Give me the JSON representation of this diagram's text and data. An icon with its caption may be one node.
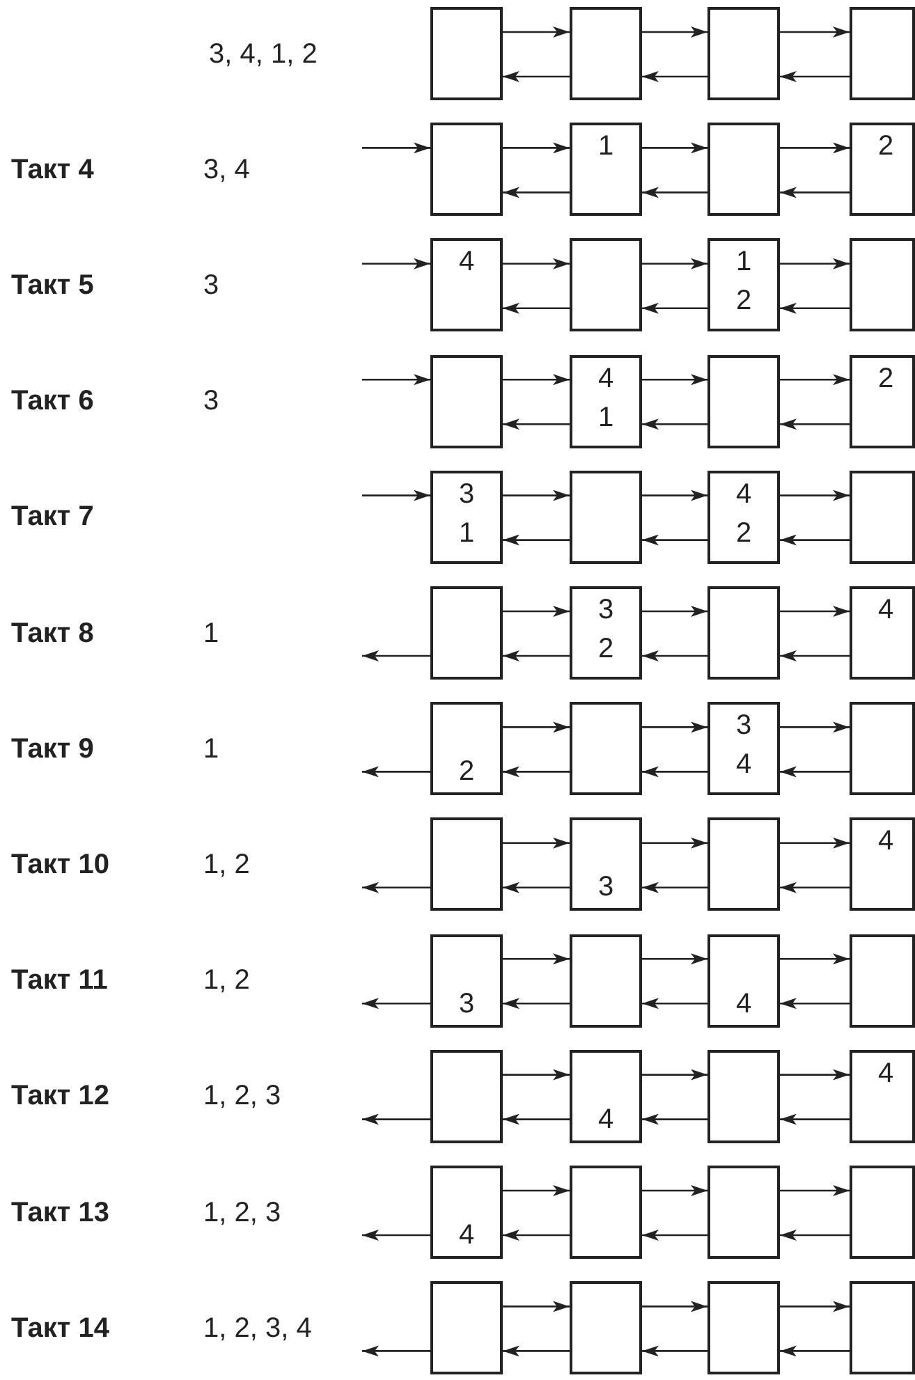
{
  "diagram": {
    "nodes": [
      {
        "text": [],
        "shape": "box"
      },
      {
        "text": [],
        "shape": "box"
      },
      {
        "text": [],
        "shape": "box"
      },
      {
        "text": [],
        "shape": "box"
      },
      {
        "text": [],
        "shape": "box"
      },
      {
        "text": [
          "1"
        ]
      },
      {
        "text": [],
        "shape": "box"
      },
      {
        "text": [
          "2"
        ]
      },
      {
        "text": [
          "4"
        ]
      },
      {
        "text": [],
        "shape": "box"
      },
      {
        "text": [
          "1",
          "2"
        ]
      },
      {
        "text": [],
        "shape": "box"
      },
      {
        "text": [],
        "shape": "box"
      },
      {
        "text": [
          "4",
          "1"
        ]
      },
      {
        "text": [],
        "shape": "box"
      },
      {
        "text": [
          "2"
        ]
      },
      {
        "text": [
          "3",
          "1"
        ]
      },
      {
        "text": [],
        "shape": "box"
      },
      {
        "text": [
          "4",
          "2"
        ]
      },
      {
        "text": [],
        "shape": "box"
      },
      {
        "text": [],
        "shape": "box"
      },
      {
        "text": [
          "3",
          "2"
        ]
      },
      {
        "text": [],
        "shape": "box"
      },
      {
        "text": [
          "4"
        ]
      },
      {
        "text": [
          "2"
        ]
      },
      {
        "text": [],
        "shape": "box"
      },
      {
        "text": [
          "3",
          "4"
        ]
      },
      {
        "text": [],
        "shape": "box"
      },
      {
        "text": [],
        "shape": "box"
      },
      {
        "text": [
          "3"
        ]
      },
      {
        "text": [],
        "shape": "box"
      },
      {
        "text": [
          "4"
        ]
      },
      {
        "text": [
          "3"
        ]
      },
      {
        "text": [],
        "shape": "box"
      },
      {
        "text": [
          "4"
        ]
      },
      {
        "text": [],
        "shape": "box"
      },
      {
        "text": [],
        "shape": "box"
      },
      {
        "text": [
          "4"
        ]
      },
      {
        "text": [],
        "shape": "box"
      },
      {
        "text": [
          "4"
        ]
      },
      {
        "text": [
          "4"
        ]
      },
      {
        "text": [],
        "shape": "box"
      },
      {
        "text": [],
        "shape": "box"
      },
      {
        "text": [],
        "shape": "box"
      },
      {
        "text": [],
        "shape": "box"
      },
      {
        "text": [],
        "shape": "box"
      },
      {
        "text": [],
        "shape": "box"
      },
      {
        "text": [],
        "shape": "box"
      }
    ],
    "edges": [
      {
        "from": 0,
        "to": 1,
        "arrow": "to"
      },
      {
        "from": 1,
        "to": 0,
        "arrow": "to"
      },
      {
        "from": 1,
        "to": 2,
        "arrow": "to"
      },
      {
        "from": 2,
        "to": 1,
        "arrow": "to"
      },
      {
        "from": 2,
        "to": 3,
        "arrow": "to"
      },
      {
        "from": 3,
        "to": 2,
        "arrow": "to"
      },
      {
        "from": null,
        "to": 4,
        "arrow": "to"
      },
      {
        "from": 4,
        "to": 5,
        "arrow": "to"
      },
      {
        "from": 5,
        "to": 4,
        "arrow": "to"
      },
      {
        "from": 5,
        "to": 6,
        "arrow": "to"
      },
      {
        "from": 6,
        "to": 5,
        "arrow": "to"
      },
      {
        "from": 6,
        "to": 7,
        "arrow": "to"
      },
      {
        "from": 7,
        "to": 6,
        "arrow": "to"
      },
      {
        "from": null,
        "to": 8,
        "arrow": "to"
      },
      {
        "from": 8,
        "to": 9,
        "arrow": "to"
      },
      {
        "from": 9,
        "to": 8,
        "arrow": "to"
      },
      {
        "from": 9,
        "to": 10,
        "arrow": "to"
      },
      {
        "from": 10,
        "to": 9,
        "arrow": "to"
      },
      {
        "from": 10,
        "to": 11,
        "arrow": "to"
      },
      {
        "from": 11,
        "to": 10,
        "arrow": "to"
      },
      {
        "from": null,
        "to": 12,
        "arrow": "to"
      },
      {
        "from": 12,
        "to": 13,
        "arrow": "to"
      },
      {
        "from": 13,
        "to": 12,
        "arrow": "to"
      },
      {
        "from": 13,
        "to": 14,
        "arrow": "to"
      },
      {
        "from": 14,
        "to": 13,
        "arrow": "to"
      },
      {
        "from": 14,
        "to": 15,
        "arrow": "to"
      },
      {
        "from": 15,
        "to": 14,
        "arrow": "to"
      },
      {
        "from": null,
        "to": 16,
        "arrow": "to"
      },
      {
        "from": 16,
        "to": 17,
        "arrow": "to"
      },
      {
        "from": 17,
        "to": 16,
        "arrow": "to"
      },
      {
        "from": 17,
        "to": 18,
        "arrow": "to"
      },
      {
        "from": 18,
        "to": 17,
        "arrow": "to"
      },
      {
        "from": 18,
        "to": 19,
        "arrow": "to"
      },
      {
        "from": 19,
        "to": 18,
        "arrow": "to"
      },
      {
        "from": 20,
        "to": null,
        "arrow": "to"
      },
      {
        "from": 20,
        "to": 21,
        "arrow": "to"
      },
      {
        "from": 21,
        "to": 20,
        "arrow": "to"
      },
      {
        "from": 21,
        "to": 22,
        "arrow": "to"
      },
      {
        "from": 22,
        "to": 21,
        "arrow": "to"
      },
      {
        "from": 22,
        "to": 23,
        "arrow": "to"
      },
      {
        "from": 23,
        "to": 22,
        "arrow": "to"
      },
      {
        "from": 24,
        "to": null,
        "arrow": "to"
      },
      {
        "from": 24,
        "to": 25,
        "arrow": "to"
      },
      {
        "from": 25,
        "to": 24,
        "arrow": "to"
      },
      {
        "from": 25,
        "to": 26,
        "arrow": "to"
      },
      {
        "from": 26,
        "to": 25,
        "arrow": "to"
      },
      {
        "from": 26,
        "to": 27,
        "arrow": "to"
      },
      {
        "from": 27,
        "to": 26,
        "arrow": "to"
      },
      {
        "from": 28,
        "to": null,
        "arrow": "to"
      },
      {
        "from": 28,
        "to": 29,
        "arrow": "to"
      },
      {
        "from": 29,
        "to": 28,
        "arrow": "to"
      },
      {
        "from": 29,
        "to": 30,
        "arrow": "to"
      },
      {
        "from": 30,
        "to": 29,
        "arrow": "to"
      },
      {
        "from": 30,
        "to": 31,
        "arrow": "to"
      },
      {
        "from": 31,
        "to": 30,
        "arrow": "to"
      },
      {
        "from": 32,
        "to": null,
        "arrow": "to"
      },
      {
        "from": 32,
        "to": 33,
        "arrow": "to"
      },
      {
        "from": 33,
        "to": 32,
        "arrow": "to"
      },
      {
        "from": 33,
        "to": 34,
        "arrow": "to"
      },
      {
        "from": 34,
        "to": 33,
        "arrow": "to"
      },
      {
        "from": 34,
        "to": 35,
        "arrow": "to"
      },
      {
        "from": 35,
        "to": 34,
        "arrow": "to"
      },
      {
        "from": 36,
        "to": null,
        "arrow": "to"
      },
      {
        "from": 36,
        "to": 37,
        "arrow": "to"
      },
      {
        "from": 37,
        "to": 36,
        "arrow": "to"
      },
      {
        "from": 37,
        "to": 38,
        "arrow": "to"
      },
      {
        "from": 38,
        "to": 37,
        "arrow": "to"
      },
      {
        "from": 38,
        "to": 39,
        "arrow": "to"
      },
      {
        "from": 39,
        "to": 38,
        "arrow": "to"
      },
      {
        "from": 40,
        "to": null,
        "arrow": "to"
      },
      {
        "from": 40,
        "to": 41,
        "arrow": "to"
      },
      {
        "from": 41,
        "to": 40,
        "arrow": "to"
      },
      {
        "from": 41,
        "to": 42,
        "arrow": "to"
      },
      {
        "from": 42,
        "to": 41,
        "arrow": "to"
      },
      {
        "from": 42,
        "to": 43,
        "arrow": "to"
      },
      {
        "from": 43,
        "to": 42,
        "arrow": "to"
      },
      {
        "from": 44,
        "to": null,
        "arrow": "to"
      },
      {
        "from": 44,
        "to": 45,
        "arrow": "to"
      },
      {
        "from": 45,
        "to": 44,
        "arrow": "to"
      },
      {
        "from": 45,
        "to": 46,
        "arrow": "to"
      },
      {
        "from": 46,
        "to": 45,
        "arrow": "to"
      },
      {
        "from": 46,
        "to": 47,
        "arrow": "to"
      },
      {
        "from": 47,
        "to": 46,
        "arrow": "to"
      }
    ],
    "labels": [
      "3, 4, 1, 2",
      "Такт 4",
      "3, 4",
      "Такт 5",
      "3",
      "Такт 6",
      "3",
      "Такт 7",
      "Такт 8",
      "1",
      "Такт 9",
      "1",
      "Такт 10",
      "1, 2",
      "Такт 11",
      "1, 2",
      "Такт 12",
      "1, 2, 3",
      "Такт 13",
      "1, 2, 3",
      "Такт 14",
      "1, 2, 3, 4"
    ]
  }
}
